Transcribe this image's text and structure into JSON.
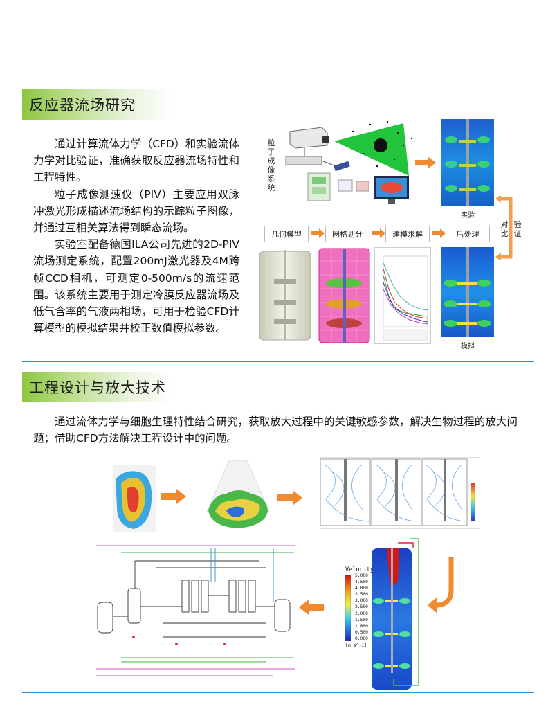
{
  "section1": {
    "title": "反应器流场研究",
    "paragraphs": [
      "通过计算流体力学（CFD）和实验流体力学对比验证，准确获取反应器流场特性和工程特性。",
      "粒子成像测速仪（PIV）主要应用双脉冲激光形成描述流场结构的示踪粒子图像，并通过互相关算法得到瞬态流场。",
      "实验室配备德国ILA公司先进的2D-PIV流场测定系统，配置200mJ激光器及4M跨帧CCD相机，可测定0-500m/s的流速范围。该系统主要用于测定冷膜反应器流场及低气含率的气液两相场，可用于检验CFD计算模型的模拟结果并校正数值模拟参数。"
    ],
    "figure": {
      "piv_label": "粒子成像系统",
      "flow_steps": [
        "几何模型",
        "网格划分",
        "建模求解",
        "后处理"
      ],
      "compare_label": [
        "对比",
        "验证"
      ],
      "experiment_label": "实验",
      "simulation_label": "模拟"
    }
  },
  "section2": {
    "title": "工程设计与放大技术",
    "paragraph": "通过流体力学与细胞生理特性结合研究，获取放大过程中的关键敏感参数，解决生物过程的放大问题；借助CFD方法解决工程设计中的问题。",
    "velocity_legend": {
      "title": "Velocity",
      "ticks": [
        "5.000",
        "4.500",
        "4.000",
        "3.500",
        "3.000",
        "2.500",
        "2.000",
        "1.500",
        "1.000",
        "0.500",
        "0.000"
      ],
      "unit": "[m s^-1]"
    }
  },
  "colors": {
    "header_green": "#8dc63f",
    "rule_blue": "#2e8bd0",
    "arrow_orange": "#f08a30",
    "bracket_orange": "#f0a050"
  }
}
